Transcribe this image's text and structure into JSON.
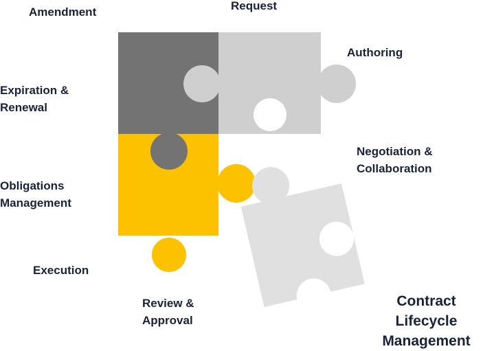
{
  "title": {
    "line1": "Contract",
    "line2": "Lifecycle",
    "line3": "Management"
  },
  "stages": {
    "amendment": "Amendment",
    "request": "Request",
    "authoring": "Authoring",
    "expiration_line1": "Expiration &",
    "expiration_line2": "Renewal",
    "negotiation_line1": "Negotiation &",
    "negotiation_line2": "Collaboration",
    "obligations_line1": "Obligations",
    "obligations_line2": "Management",
    "execution": "Execution",
    "review_line1": "Review &",
    "review_line2": "Approval"
  },
  "colors": {
    "dark_piece": "#737373",
    "light_piece": "#cfcfcf",
    "yellow_piece": "#fcc200",
    "loose_piece": "#e0e0e0",
    "text": "#1a2238"
  },
  "icons": {
    "dark_piece": "puzzle-piece-dark-icon",
    "light_piece": "puzzle-piece-light-icon",
    "yellow_piece": "puzzle-piece-yellow-icon",
    "loose_piece": "puzzle-piece-loose-icon"
  }
}
